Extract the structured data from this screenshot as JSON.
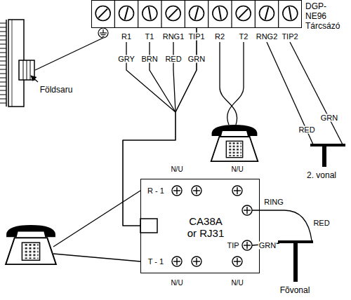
{
  "diagram": {
    "nodes": [
      {
        "text": [
          "DGP-NE96 Tárcsázó"
        ]
      },
      {
        "text": [
          "CA38A or RJ31"
        ]
      }
    ],
    "edges": [
      {
        "from": 0,
        "to": 1,
        "arrow": "none"
      }
    ],
    "labels": [
      "R1",
      "T1",
      "RNG1",
      "TIP1",
      "R2",
      "T2",
      "RNG2",
      "TIP2",
      "GRY",
      "BRN",
      "RED",
      "GRN",
      "GRN",
      "RED",
      "Földsaru",
      "2. vonal",
      "N/U",
      "N/U",
      "R - 1",
      "RING",
      "RED",
      "TIP",
      "GRN",
      "T - 1",
      "N/U",
      "N/U",
      "Fõvonal"
    ]
  }
}
